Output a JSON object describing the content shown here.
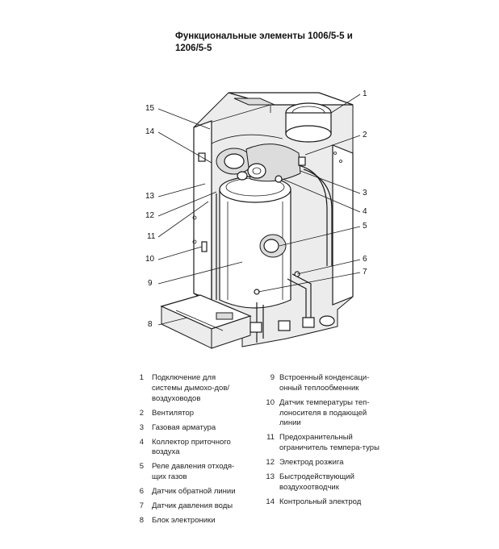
{
  "title": {
    "line1": "Функциональные элементы  1006/5-5 и",
    "line2": "1206/5-5"
  },
  "callouts": [
    "1",
    "2",
    "3",
    "4",
    "5",
    "6",
    "7",
    "8",
    "9",
    "10",
    "11",
    "12",
    "13",
    "14",
    "15"
  ],
  "legend": {
    "left": [
      {
        "num": "1",
        "text": "Подключение для системы дымохо-дов/воздуховодов"
      },
      {
        "num": "2",
        "text": "Вентилятор"
      },
      {
        "num": "3",
        "text": "Газовая арматура"
      },
      {
        "num": "4",
        "text": "Коллектор приточного воздуха"
      },
      {
        "num": "5",
        "text": "Реле давления отходя-щих газов"
      },
      {
        "num": "6",
        "text": "Датчик обратной линии"
      },
      {
        "num": "7",
        "text": "Датчик давления воды"
      },
      {
        "num": "8",
        "text": "Блок электроники"
      }
    ],
    "right": [
      {
        "num": "9",
        "text": "Встроенный конденсаци-онный теплообменник"
      },
      {
        "num": "10",
        "text": "Датчик температуры теп-лоносителя в подающей линии"
      },
      {
        "num": "11",
        "text": "Предохранительный ограничитель темпера-туры"
      },
      {
        "num": "12",
        "text": "Электрод розжига"
      },
      {
        "num": "13",
        "text": "Быстродействующий воздухоотводчик"
      },
      {
        "num": "14",
        "text": "Контрольный электрод"
      }
    ]
  }
}
